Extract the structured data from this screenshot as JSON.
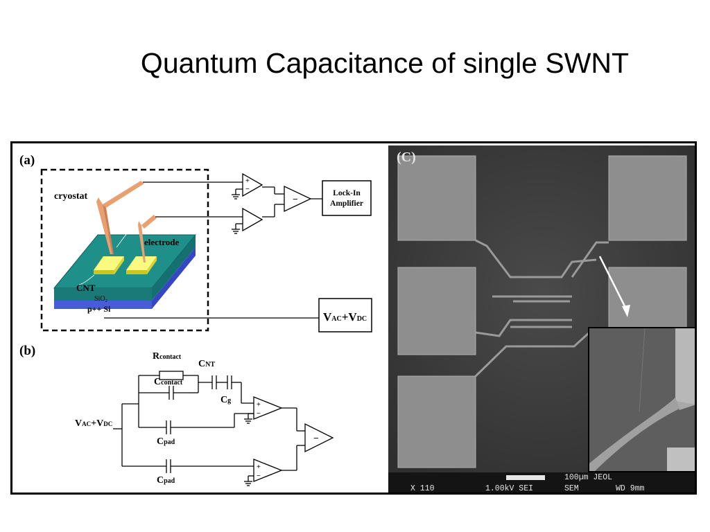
{
  "slide": {
    "title": "Quantum Capacitance of single SWNT"
  },
  "panel_a": {
    "label": "(a)",
    "cryostat": "cryostat",
    "electrode": "electrode",
    "cnt": "CNT",
    "sio2": "SiO₂",
    "si": "p++ Si",
    "lockin_line1": "Lock-In",
    "lockin_line2": "Amplifier",
    "source_main": "V",
    "source_sub1": "AC",
    "source_plus": "+V",
    "source_sub2": "DC",
    "op_plus": "+",
    "op_minus": "−"
  },
  "panel_b": {
    "label": "(b)",
    "r_main": "R",
    "r_sub": "contact",
    "c_contact_main": "C",
    "c_contact_sub": "contact",
    "cnt_main": "C",
    "cnt_sub": "NT",
    "cg_main": "C",
    "cg_sub": "g",
    "cpad_main": "C",
    "cpad_sub": "pad",
    "source_main": "V",
    "source_sub1": "AC",
    "source_plus": "+V",
    "source_sub2": "DC"
  },
  "panel_c": {
    "label": "(C)",
    "magnification": "X 110",
    "voltage": "1.00kV SEI",
    "scale": "100µm JEOL",
    "mode": "SEM",
    "wd": "WD 9mm"
  },
  "colors": {
    "substrate_top": "#1f8f8a",
    "substrate_front": "#1a7a78",
    "si_layer": "#4a5bd8",
    "electrode_pad": "#f2f040",
    "probe": "#e8a070"
  }
}
